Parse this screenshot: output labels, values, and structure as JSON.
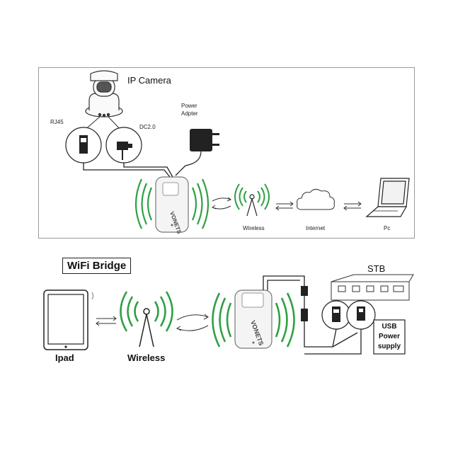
{
  "top_panel": {
    "title": "IP Camera",
    "labels": {
      "rj45": "RJ45",
      "dc": "DC2.0",
      "power_line1": "Power",
      "power_line2": "Adpter",
      "wireless": "Wireless",
      "internet": "Internet",
      "pc": "Pc"
    }
  },
  "bottom_panel": {
    "title": "WiFi Bridge",
    "labels": {
      "stb": "STB",
      "ipad": "Ipad",
      "wireless": "Wireless",
      "usb_line1": "USB",
      "usb_line2": "Power",
      "usb_line3": "supply"
    }
  },
  "device_brand": "VONETS",
  "colors": {
    "wave_green": "#2ea043",
    "line": "#222222",
    "panel_border": "#9a9a9a",
    "device_body": "#f4f4f4"
  }
}
